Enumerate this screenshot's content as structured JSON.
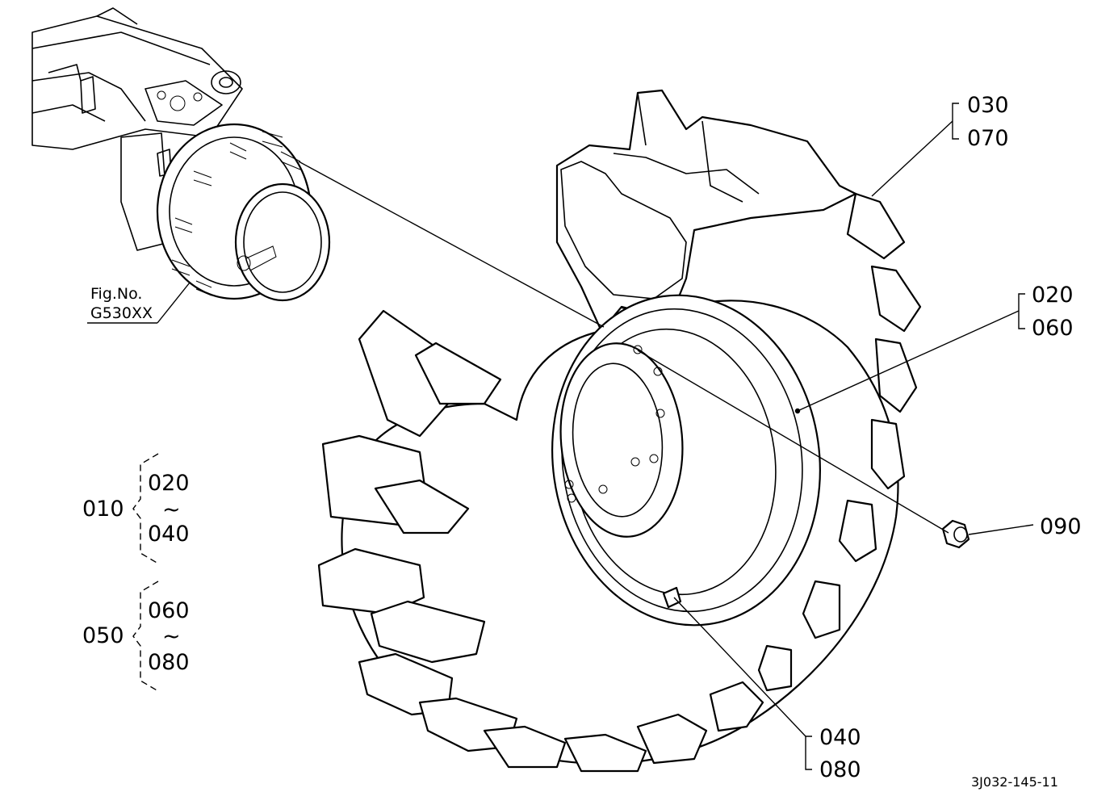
{
  "figure_ref": {
    "line1": "Fig.No.",
    "line2": "G530XX"
  },
  "callouts": {
    "c030": "030",
    "c070": "070",
    "c020": "020",
    "c060": "060",
    "c090": "090",
    "c040": "040",
    "c080": "080"
  },
  "groups": [
    {
      "parent": "010",
      "from": "020",
      "tilde": "~",
      "to": "040"
    },
    {
      "parent": "050",
      "from": "060",
      "tilde": "~",
      "to": "080"
    }
  ],
  "drawing_code": "3J032-145-11"
}
